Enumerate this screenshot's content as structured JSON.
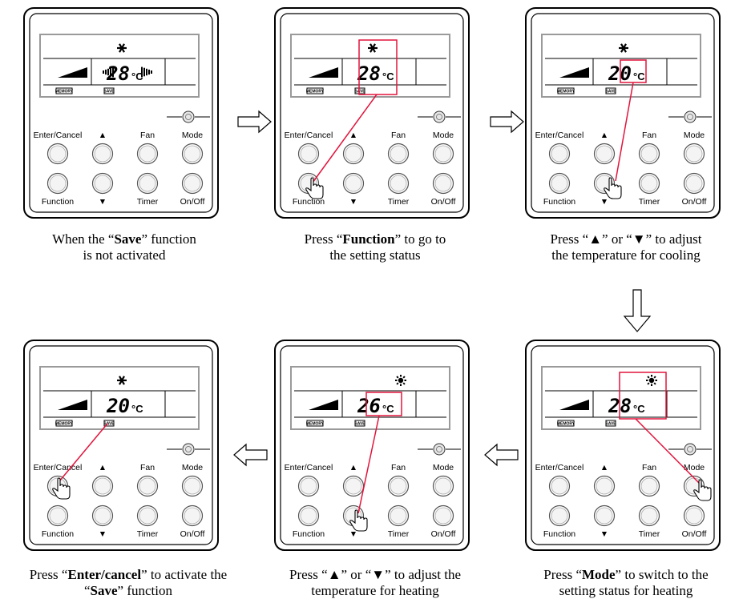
{
  "buttons": {
    "enter_cancel": "Enter/Cancel",
    "up": "▲",
    "fan": "Fan",
    "mode": "Mode",
    "function": "Function",
    "down": "▼",
    "timer": "Timer",
    "on_off": "On/Off"
  },
  "lcd_tags": {
    "memory": "MEMORY",
    "save": "SAVE"
  },
  "panels": [
    {
      "id": "p1",
      "temp": "28",
      "unit": "°C",
      "mode_icon": "snowflake-icon",
      "show_fans": true,
      "caption_lines": [
        [
          {
            "t": "When the “",
            "b": false
          },
          {
            "t": "Save",
            "b": true
          },
          {
            "t": "” function",
            "b": false
          }
        ],
        [
          {
            "t": "is not activated",
            "b": false
          }
        ]
      ]
    },
    {
      "id": "p2",
      "temp": "28",
      "unit": "°C",
      "mode_icon": "snowflake-icon",
      "show_fans": false,
      "caption_lines": [
        [
          {
            "t": "Press “",
            "b": false
          },
          {
            "t": "Function",
            "b": true
          },
          {
            "t": "” to go to",
            "b": false
          }
        ],
        [
          {
            "t": "the setting status",
            "b": false
          }
        ]
      ]
    },
    {
      "id": "p3",
      "temp": "20",
      "unit": "°C",
      "mode_icon": "snowflake-icon",
      "show_fans": false,
      "caption_lines": [
        [
          {
            "t": "Press “▲” or “▼” to adjust",
            "b": false
          }
        ],
        [
          {
            "t": "the temperature for cooling",
            "b": false
          }
        ]
      ]
    },
    {
      "id": "p4",
      "temp": "28",
      "unit": "°C",
      "mode_icon": "sun-icon",
      "show_fans": false,
      "caption_lines": [
        [
          {
            "t": "Press “",
            "b": false
          },
          {
            "t": "Mode",
            "b": true
          },
          {
            "t": "” to switch to the",
            "b": false
          }
        ],
        [
          {
            "t": "setting status for heating",
            "b": false
          }
        ]
      ]
    },
    {
      "id": "p5",
      "temp": "26",
      "unit": "°C",
      "mode_icon": "sun-icon",
      "show_fans": false,
      "caption_lines": [
        [
          {
            "t": "Press “▲” or “▼” to adjust the",
            "b": false
          }
        ],
        [
          {
            "t": "temperature for heating",
            "b": false
          }
        ]
      ]
    },
    {
      "id": "p6",
      "temp": "20",
      "unit": "°C",
      "mode_icon": "snowflake-icon",
      "show_fans": false,
      "caption_lines": [
        [
          {
            "t": "Press “",
            "b": false
          },
          {
            "t": "Enter/cancel",
            "b": true
          },
          {
            "t": "” to activate the",
            "b": false
          }
        ],
        [
          {
            "t": "“",
            "b": false
          },
          {
            "t": "Save",
            "b": true
          },
          {
            "t": "” function",
            "b": false
          }
        ]
      ]
    }
  ],
  "colors": {
    "highlight": "#e2143c",
    "ink": "#000000",
    "button_fill": "#f4f4f4"
  }
}
